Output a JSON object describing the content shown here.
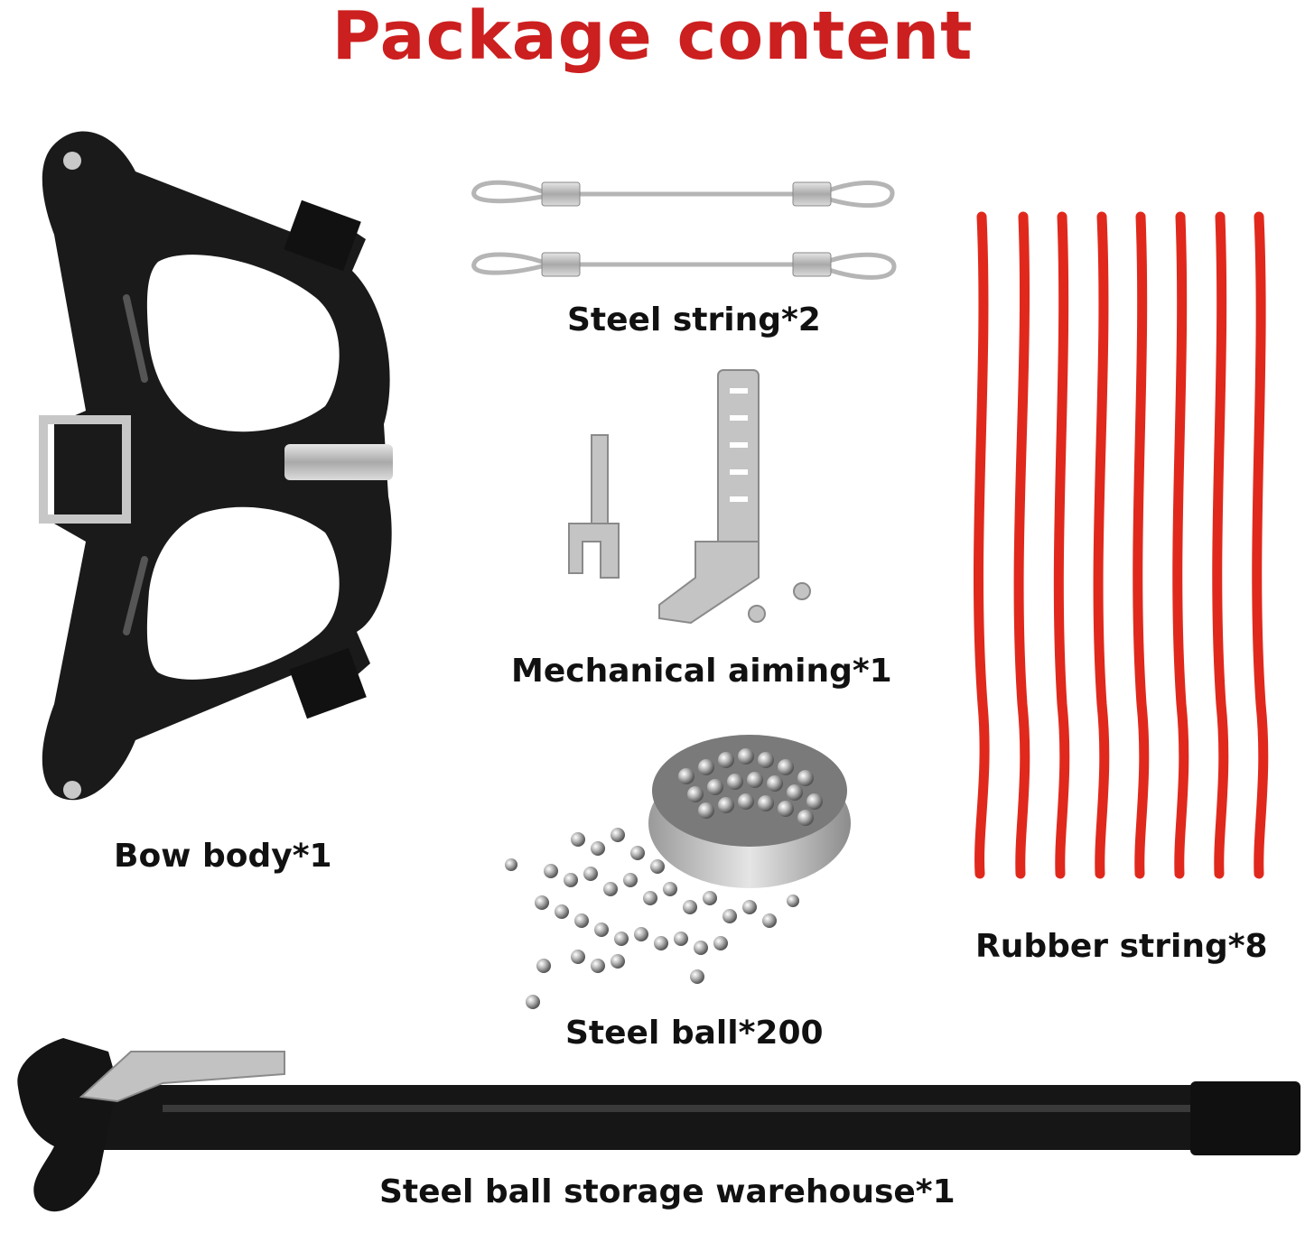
{
  "title": "Package content",
  "colors": {
    "title": "#cc1f1f",
    "rubber_string": "#e0291c",
    "bow_body": "#1a1a1a",
    "steel": "#b8b8b8"
  },
  "items": {
    "bow_body": "Bow body*1",
    "steel_string": "Steel string*2",
    "mechanical_aiming": "Mechanical aiming*1",
    "rubber_string": "Rubber string*8",
    "steel_ball": "Steel ball*200",
    "storage_warehouse": "Steel ball storage warehouse*1"
  }
}
